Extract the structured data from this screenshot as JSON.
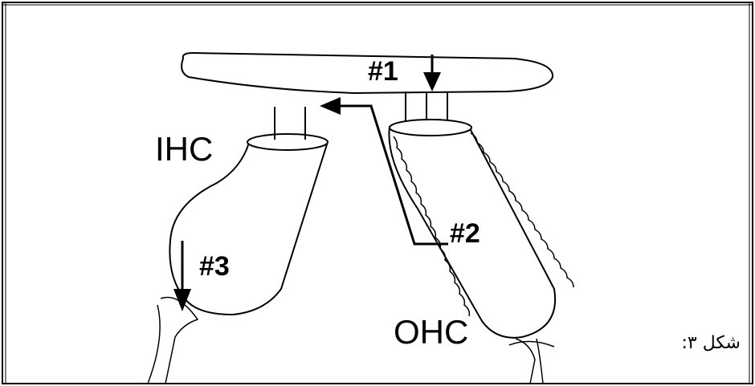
{
  "labels": {
    "ihc": "IHC",
    "ohc": "OHC",
    "step1": "#1",
    "step2": "#2",
    "step3": "#3"
  },
  "caption": "شکل ۳:"
}
